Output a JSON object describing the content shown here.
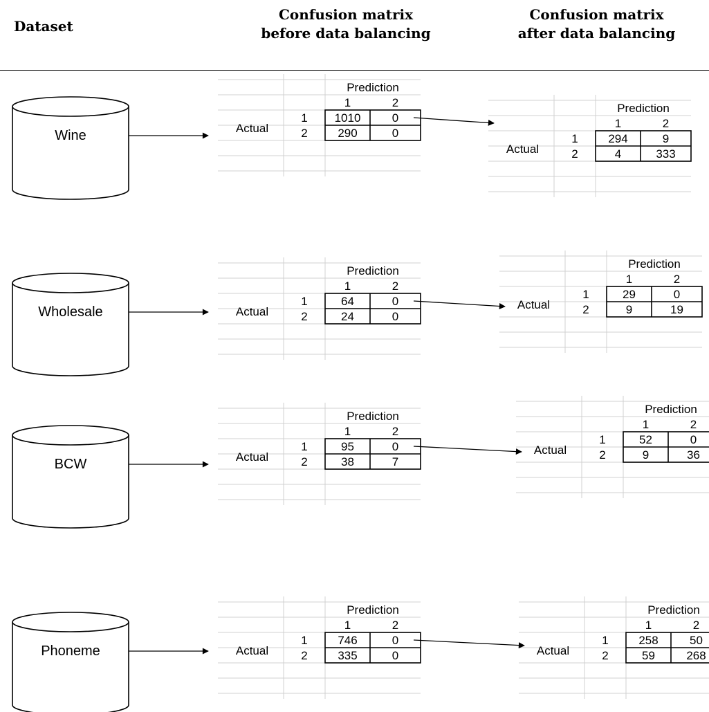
{
  "headers": {
    "dataset": "Dataset",
    "before_line1": "Confusion matrix",
    "before_line2": "before data balancing",
    "after_line1": "Confusion matrix",
    "after_line2": "after data balancing"
  },
  "labels": {
    "prediction": "Prediction",
    "actual": "Actual",
    "class1": "1",
    "class2": "2"
  },
  "rows": [
    {
      "dataset": "Wine",
      "before": [
        [
          1010,
          0
        ],
        [
          290,
          0
        ]
      ],
      "after": [
        [
          294,
          9
        ],
        [
          4,
          333
        ]
      ]
    },
    {
      "dataset": "Wholesale",
      "before": [
        [
          64,
          0
        ],
        [
          24,
          0
        ]
      ],
      "after": [
        [
          29,
          0
        ],
        [
          9,
          19
        ]
      ]
    },
    {
      "dataset": "BCW",
      "before": [
        [
          95,
          0
        ],
        [
          38,
          7
        ]
      ],
      "after": [
        [
          52,
          0
        ],
        [
          9,
          36
        ]
      ]
    },
    {
      "dataset": "Phoneme",
      "before": [
        [
          746,
          0
        ],
        [
          335,
          0
        ]
      ],
      "after": [
        [
          258,
          50
        ],
        [
          59,
          268
        ]
      ]
    }
  ],
  "colors": {
    "grid": "#d0d0d0",
    "line": "#000000"
  }
}
